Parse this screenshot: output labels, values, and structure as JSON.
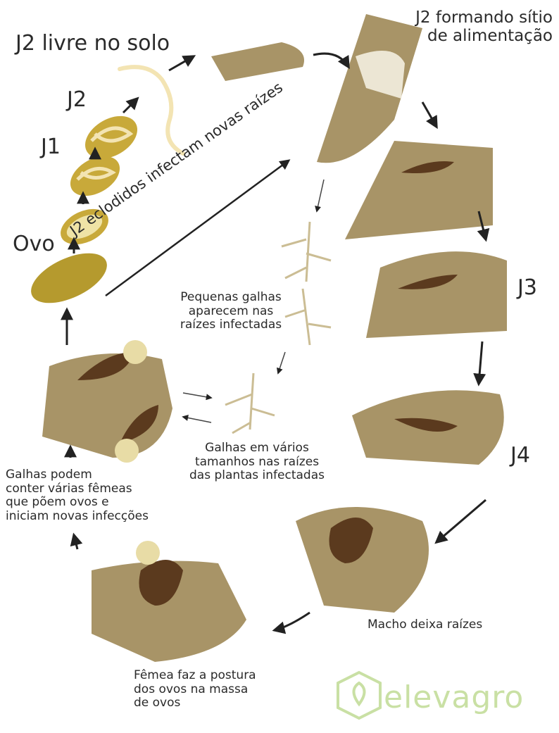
{
  "stages": {
    "j2_soil": "J2 livre no solo",
    "j2": "J2",
    "j1": "J1",
    "egg": "Ovo",
    "j2_feeding": "J2 formando sítio\nde alimentação",
    "j3": "J3",
    "j4": "J4",
    "male_leaves": "Macho deixa raízes",
    "female_lays": "Fêmea faz a postura\ndos ovos na massa\nde ovos",
    "galls_females": "Galhas podem\nconter várias fêmeas\nque põem ovos e\niniciam novas infecções",
    "hatched_j2": "J2 eclodidos infectam novas raízes",
    "small_galls": "Pequenas galhas\naparecem nas\nraízes infectadas",
    "galls_sizes": "Galhas em vários\ntamanhos  nas raízes\ndas plantas infectadas"
  },
  "logo": {
    "text": "elevagro"
  },
  "colors": {
    "tissue": "#a89467",
    "nematode": "#f3e4b3",
    "female": "#5b3a1e",
    "egg": "#b59a2e",
    "logo": "#c9e0a4"
  }
}
